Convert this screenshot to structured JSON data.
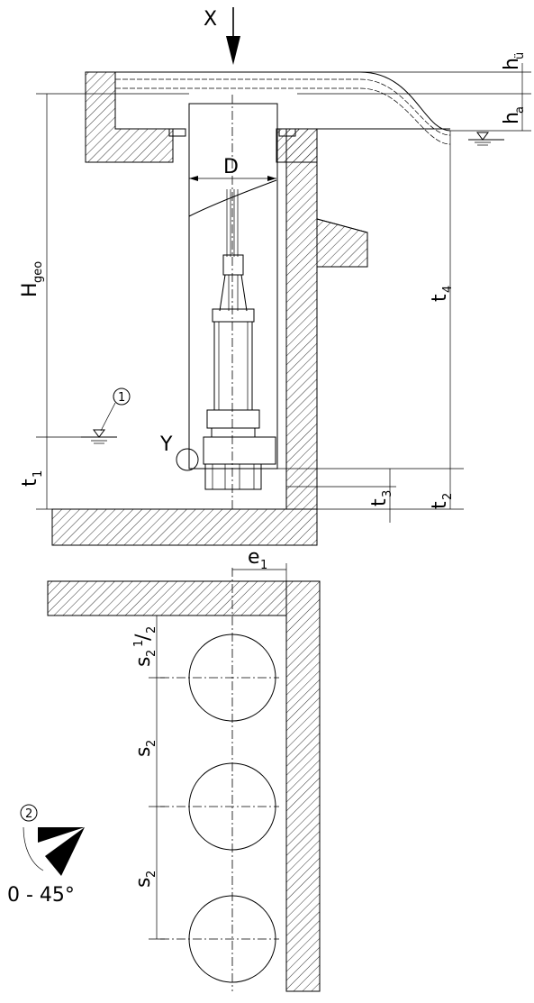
{
  "labels": {
    "x_view": "X",
    "y_detail": "Y",
    "diameter": "D",
    "h_geo_main": "H",
    "h_geo_sub": "geo",
    "h_u_main": "h",
    "h_u_sub": "ü",
    "h_a_main": "h",
    "h_a_sub": "a",
    "t1_main": "t",
    "t1_sub": "1",
    "t2_main": "t",
    "t2_sub": "2",
    "t3_main": "t",
    "t3_sub": "3",
    "t4_main": "t",
    "t4_sub": "4",
    "e1_main": "e",
    "e1_sub": "1",
    "s2_half_main": "s",
    "s2_half_sub": "2",
    "s2_half_num": "1",
    "s2_half_slash": "/",
    "s2_half_den": "2",
    "s2_a_main": "s",
    "s2_a_sub": "2",
    "s2_b_main": "s",
    "s2_b_sub": "2",
    "callout_1": "1",
    "callout_2": "2",
    "angle_range": "0 - 45°"
  }
}
